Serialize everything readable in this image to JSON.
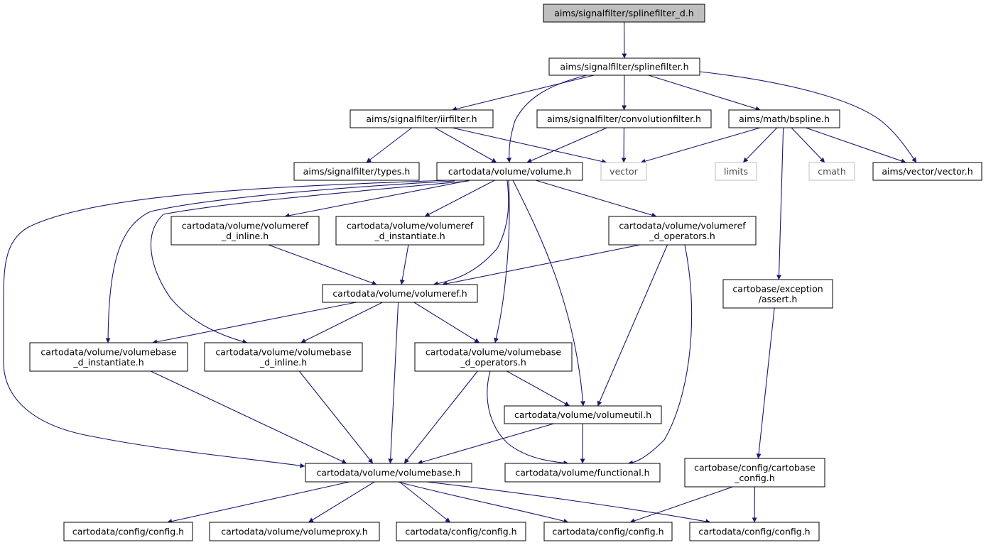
{
  "graph": {
    "colors": {
      "edge": "#191970",
      "root_fill": "#bfbfbf",
      "node_border": "#000000",
      "external_border": "#bfbfbf"
    },
    "nodes": {
      "splinefilter_d": {
        "lines": [
          "aims/signalfilter/splinefilter_d.h"
        ],
        "root": true
      },
      "splinefilter": {
        "lines": [
          "aims/signalfilter/splinefilter.h"
        ]
      },
      "iirfilter": {
        "lines": [
          "aims/signalfilter/iirfilter.h"
        ]
      },
      "convolutionfilter": {
        "lines": [
          "aims/signalfilter/convolutionfilter.h"
        ]
      },
      "bspline": {
        "lines": [
          "aims/math/bspline.h"
        ]
      },
      "types": {
        "lines": [
          "aims/signalfilter/types.h"
        ]
      },
      "volume": {
        "lines": [
          "cartodata/volume/volume.h"
        ]
      },
      "vector_std": {
        "lines": [
          "vector"
        ],
        "external": true
      },
      "limits": {
        "lines": [
          "limits"
        ],
        "external": true
      },
      "cmath": {
        "lines": [
          "cmath"
        ],
        "external": true
      },
      "aims_vector": {
        "lines": [
          "aims/vector/vector.h"
        ]
      },
      "volumeref_inline": {
        "lines": [
          "cartodata/volume/volumeref",
          "_d_inline.h"
        ]
      },
      "volumeref_instantiate": {
        "lines": [
          "cartodata/volume/volumeref",
          "_d_instantiate.h"
        ]
      },
      "volumeref_operators": {
        "lines": [
          "cartodata/volume/volumeref",
          "_d_operators.h"
        ]
      },
      "volumeref": {
        "lines": [
          "cartodata/volume/volumeref.h"
        ]
      },
      "exception_assert": {
        "lines": [
          "cartobase/exception",
          "/assert.h"
        ]
      },
      "volumebase_instantiate": {
        "lines": [
          "cartodata/volume/volumebase",
          "_d_instantiate.h"
        ]
      },
      "volumebase_inline": {
        "lines": [
          "cartodata/volume/volumebase",
          "_d_inline.h"
        ]
      },
      "volumebase_operators": {
        "lines": [
          "cartodata/volume/volumebase",
          "_d_operators.h"
        ]
      },
      "volumeutil": {
        "lines": [
          "cartodata/volume/volumeutil.h"
        ]
      },
      "volumebase": {
        "lines": [
          "cartodata/volume/volumebase.h"
        ]
      },
      "functional": {
        "lines": [
          "cartodata/volume/functional.h"
        ]
      },
      "cartobase_config": {
        "lines": [
          "cartobase/config/cartobase",
          "_config.h"
        ]
      },
      "config1": {
        "lines": [
          "cartodata/config/config.h"
        ]
      },
      "volumeproxy": {
        "lines": [
          "cartodata/volume/volumeproxy.h"
        ]
      },
      "config2": {
        "lines": [
          "cartodata/config/config.h"
        ]
      },
      "config3": {
        "lines": [
          "cartodata/config/config.h"
        ]
      },
      "config4": {
        "lines": [
          "cartodata/config/config.h"
        ]
      }
    },
    "edges": [
      [
        "splinefilter_d",
        "splinefilter"
      ],
      [
        "splinefilter",
        "iirfilter"
      ],
      [
        "splinefilter",
        "volume"
      ],
      [
        "splinefilter",
        "convolutionfilter"
      ],
      [
        "splinefilter",
        "bspline"
      ],
      [
        "splinefilter",
        "aims_vector"
      ],
      [
        "iirfilter",
        "types"
      ],
      [
        "iirfilter",
        "volume"
      ],
      [
        "iirfilter",
        "vector_std"
      ],
      [
        "convolutionfilter",
        "volume"
      ],
      [
        "convolutionfilter",
        "vector_std"
      ],
      [
        "bspline",
        "vector_std"
      ],
      [
        "bspline",
        "limits"
      ],
      [
        "bspline",
        "cmath"
      ],
      [
        "bspline",
        "aims_vector"
      ],
      [
        "bspline",
        "exception_assert"
      ],
      [
        "volume",
        "volumeref_inline"
      ],
      [
        "volume",
        "volumeref_instantiate"
      ],
      [
        "volume",
        "volumeref_operators"
      ],
      [
        "volume",
        "volumeref"
      ],
      [
        "volume",
        "volumebase_instantiate"
      ],
      [
        "volume",
        "volumebase_inline"
      ],
      [
        "volume",
        "volumebase_operators"
      ],
      [
        "volume",
        "volumeutil"
      ],
      [
        "volume",
        "volumebase"
      ],
      [
        "volumeref_inline",
        "volumeref"
      ],
      [
        "volumeref_instantiate",
        "volumeref"
      ],
      [
        "volumeref_operators",
        "volumeref"
      ],
      [
        "volumeref_operators",
        "volumeutil"
      ],
      [
        "volumeref_operators",
        "functional"
      ],
      [
        "volumeref",
        "volumebase_instantiate"
      ],
      [
        "volumeref",
        "volumebase_inline"
      ],
      [
        "volumeref",
        "volumebase_operators"
      ],
      [
        "volumeref",
        "volumebase"
      ],
      [
        "exception_assert",
        "cartobase_config"
      ],
      [
        "volumebase_instantiate",
        "volumebase"
      ],
      [
        "volumebase_inline",
        "volumebase"
      ],
      [
        "volumebase_operators",
        "volumebase"
      ],
      [
        "volumebase_operators",
        "volumeutil"
      ],
      [
        "volumebase_operators",
        "functional"
      ],
      [
        "volumeutil",
        "volumebase"
      ],
      [
        "volumeutil",
        "functional"
      ],
      [
        "volumebase",
        "config1"
      ],
      [
        "volumebase",
        "volumeproxy"
      ],
      [
        "volumebase",
        "config2"
      ],
      [
        "volumebase",
        "config3"
      ],
      [
        "volumebase",
        "config4"
      ],
      [
        "cartobase_config",
        "config3"
      ],
      [
        "cartobase_config",
        "config4"
      ]
    ]
  }
}
